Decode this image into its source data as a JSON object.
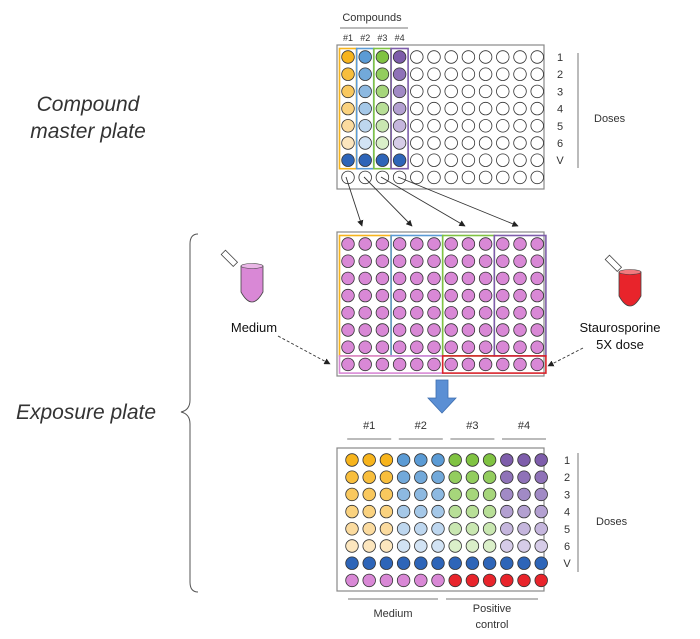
{
  "left_labels": {
    "compound_master_line1": "Compound",
    "compound_master_line2": "master plate",
    "exposure_plate": "Exposure plate"
  },
  "master_plate": {
    "compounds_header": "Compounds",
    "column_labels": [
      "#1",
      "#2",
      "#3",
      "#4"
    ],
    "row_labels": [
      "1",
      "2",
      "3",
      "4",
      "5",
      "6",
      "V"
    ],
    "side_label": "Doses"
  },
  "exposure_plate": {
    "medium_label": "Medium",
    "staurosporine_line1": "Staurosporine",
    "staurosporine_line2": "5X dose"
  },
  "result_plate": {
    "group_labels": [
      "#1",
      "#2",
      "#3",
      "#4"
    ],
    "row_labels": [
      "1",
      "2",
      "3",
      "4",
      "5",
      "6",
      "V"
    ],
    "side_label": "Doses",
    "bottom_left_label": "Medium",
    "bottom_right_line1": "Positive",
    "bottom_right_line2": "control"
  },
  "colors": {
    "orange_gradient": [
      "#F7B41C",
      "#F8BE3C",
      "#F9C85E",
      "#FAD27F",
      "#FBDB9F",
      "#FCE6BE"
    ],
    "blue_gradient": [
      "#5B9BD5",
      "#72A9DA",
      "#8DB9E1",
      "#A5C8E8",
      "#BED7EF",
      "#D2E3F4"
    ],
    "green_gradient": [
      "#80C342",
      "#93CD5E",
      "#A6D67B",
      "#B8DF97",
      "#C9E7B1",
      "#DAEFC9"
    ],
    "purple_gradient": [
      "#7E5DAB",
      "#8F72B8",
      "#A18AC5",
      "#B3A0D1",
      "#C5B6DD",
      "#D6CCE8"
    ],
    "vehicle_blue": "#2E65B8",
    "medium_pink": "#D988D6",
    "positive_red": "#E8242B",
    "frame_orange": "#F7B41C",
    "frame_blue": "#5B9BD5",
    "frame_green": "#80C342",
    "frame_purple": "#7E5DAB",
    "frame_red": "#D9232B",
    "frame_pink": "#D988D6",
    "arrow_blue": "#5B8FD4"
  }
}
